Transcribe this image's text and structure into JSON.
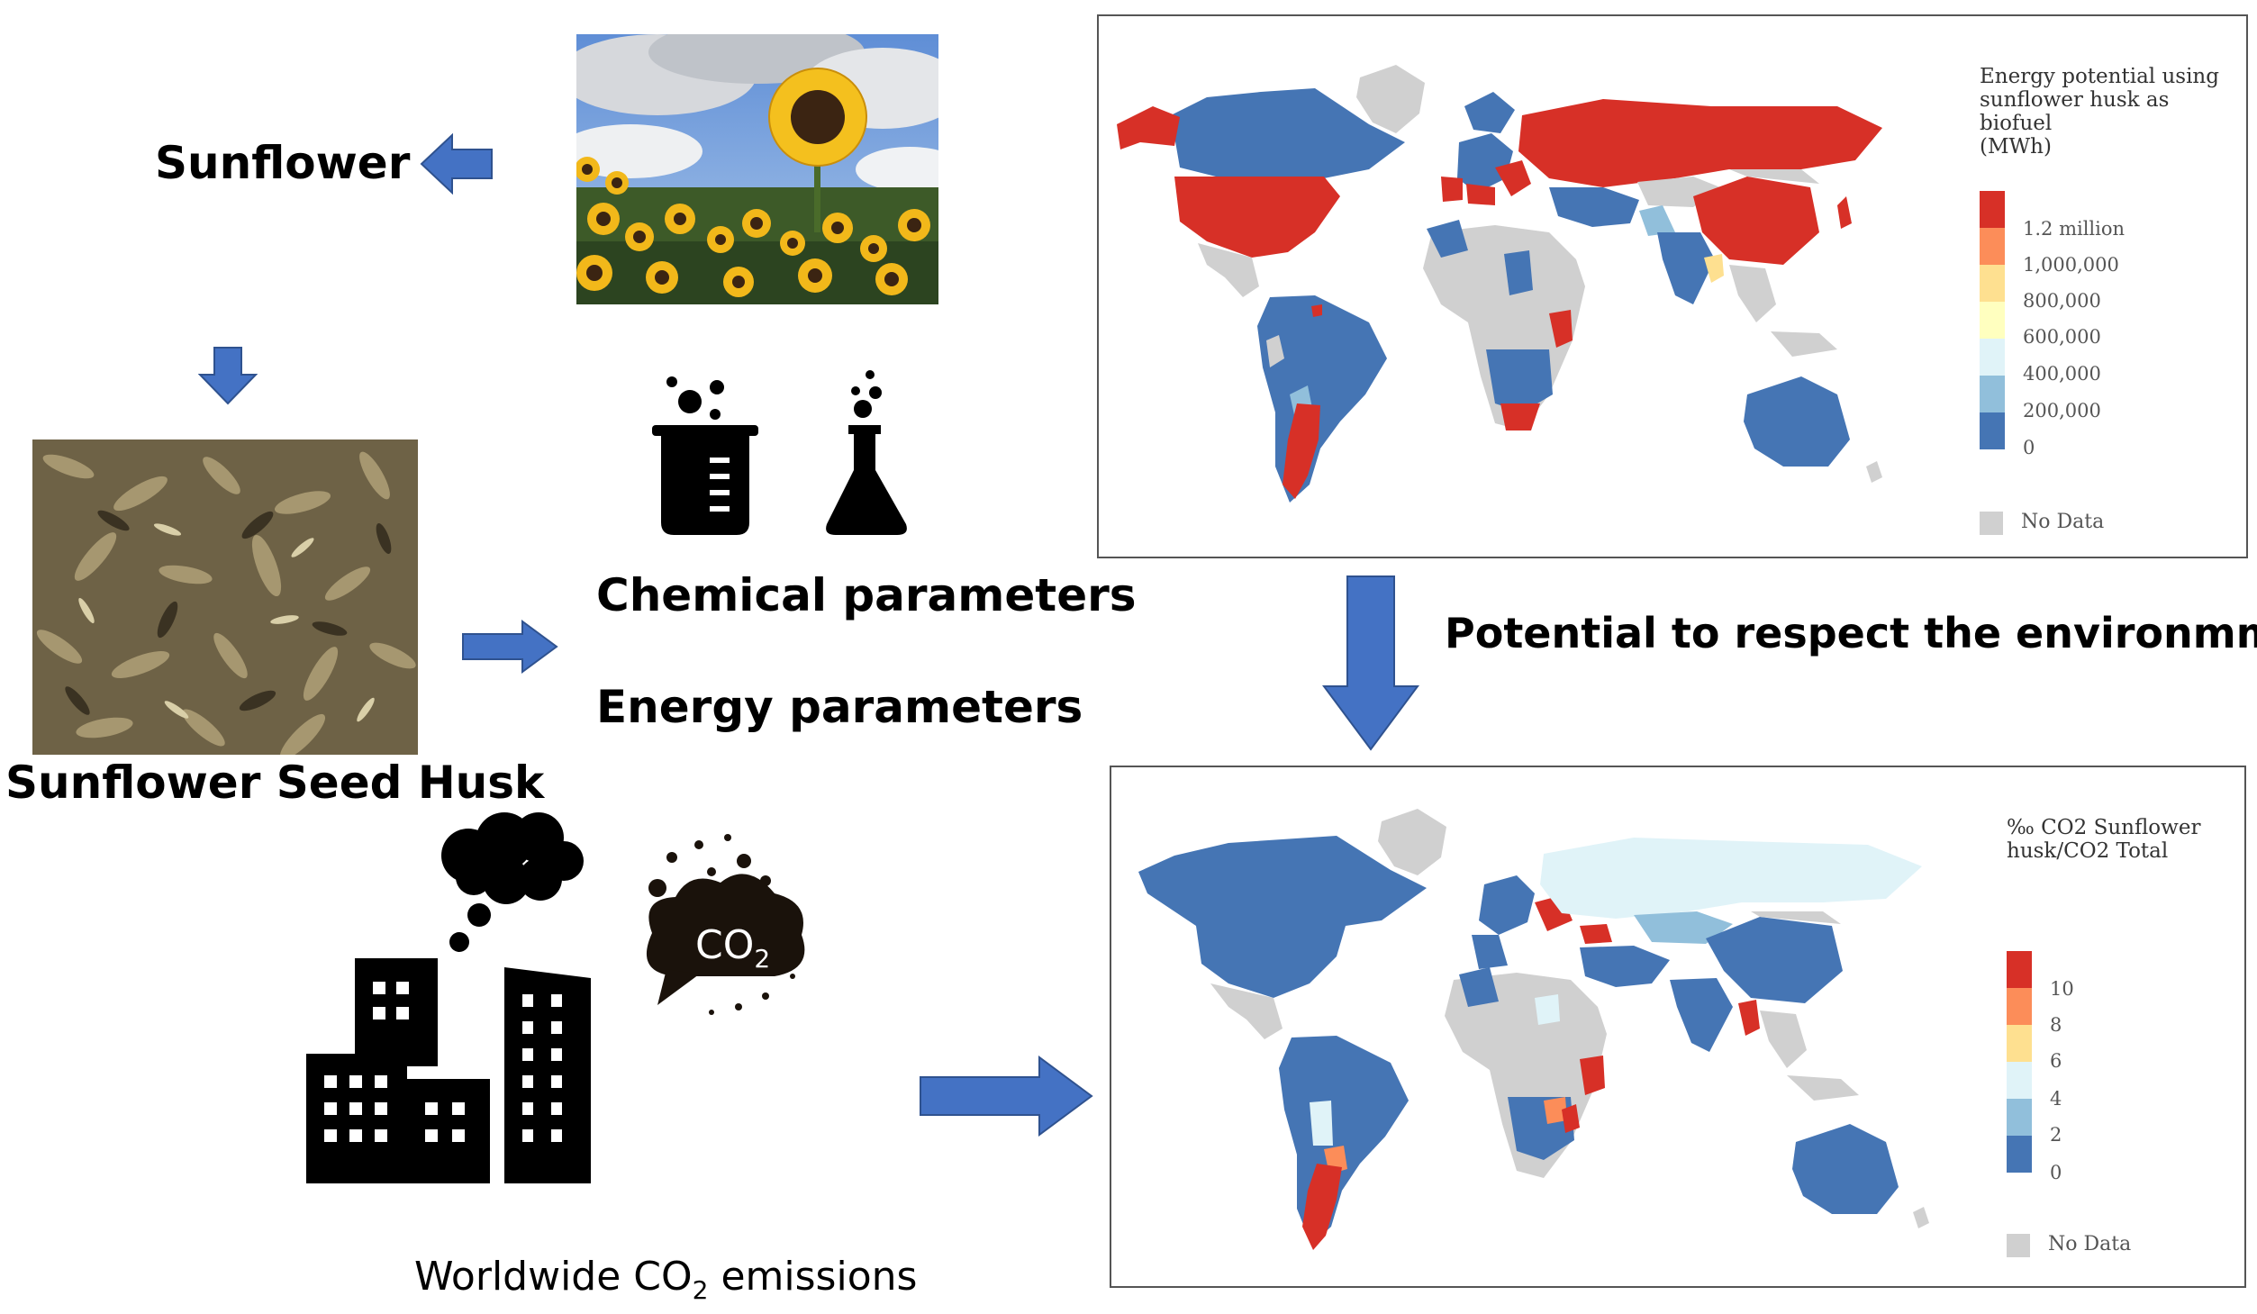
{
  "labels": {
    "sunflower": "Sunflower",
    "husk": "Sunflower Seed Husk",
    "chemical": "Chemical parameters",
    "energy": "Energy parameters",
    "potential": "Potential to respect the environmment",
    "worldwide_pre": "Worldwide CO",
    "worldwide_sub": "2",
    "worldwide_post": " emissions",
    "co2_main": "CO",
    "co2_sub": "2"
  },
  "map_top": {
    "legend_title": [
      "Energy potential using",
      "sunflower husk as biofuel",
      "(MWh)"
    ],
    "ticks": [
      "1.2 million",
      "1,000,000",
      "800,000",
      "600,000",
      "400,000",
      "200,000",
      "0"
    ],
    "colors": [
      "#d73027",
      "#fc8d59",
      "#fee090",
      "#ffffbf",
      "#e0f3f8",
      "#91bfdb",
      "#4575b4"
    ],
    "no_data": "No Data"
  },
  "map_bottom": {
    "legend_title": [
      "‰ CO2 Sunflower",
      "husk/CO2 Total"
    ],
    "ticks": [
      "10",
      "8",
      "6",
      "4",
      "2",
      "0"
    ],
    "colors": [
      "#d73027",
      "#fc8d59",
      "#fee090",
      "#e0f3f8",
      "#91bfdb",
      "#4575b4"
    ],
    "no_data": "No Data"
  },
  "colors": {
    "arrow": "#4472c4",
    "arrow_edge": "#2f528f",
    "nodata": "#d0d0d0",
    "icon": "#000000"
  }
}
